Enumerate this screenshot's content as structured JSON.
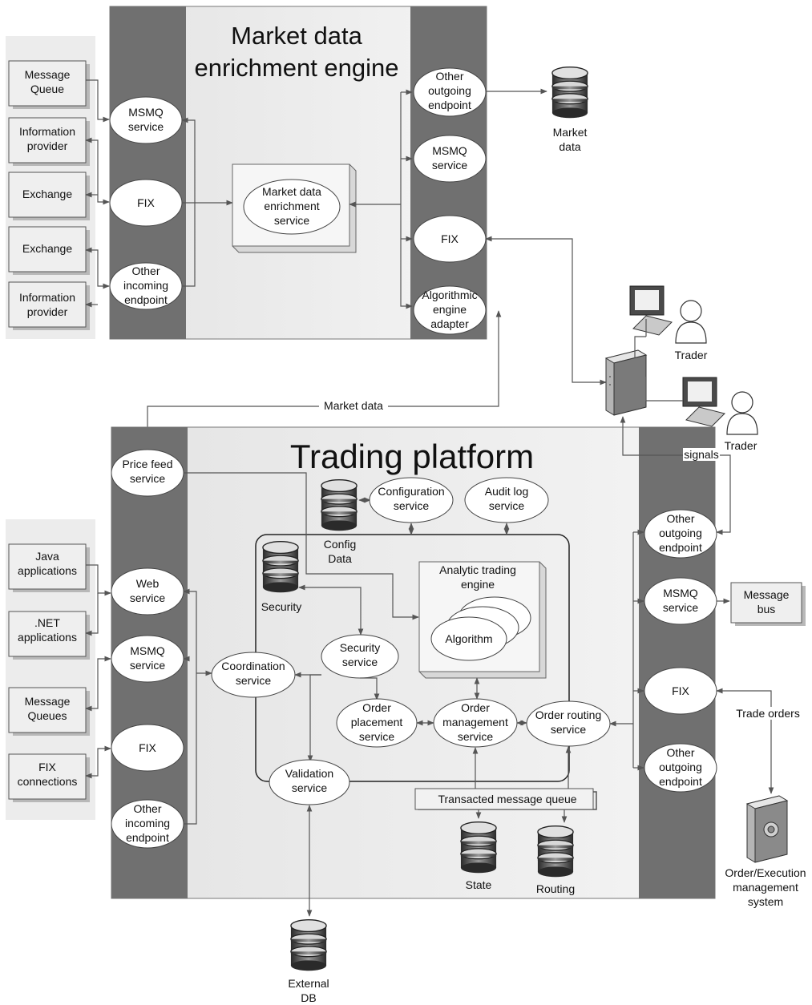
{
  "market_engine": {
    "title_line1": "Market data",
    "title_line2": "enrichment engine",
    "sources": [
      [
        "Message",
        "Queue"
      ],
      [
        "Information",
        "provider"
      ],
      [
        "Exchange"
      ],
      [
        "Exchange"
      ],
      [
        "Information",
        "provider"
      ]
    ],
    "incoming": [
      [
        "MSMQ",
        "service"
      ],
      [
        "FIX"
      ],
      [
        "Other",
        "incoming",
        "endpoint"
      ]
    ],
    "service": [
      "Market data",
      "enrichment",
      "service"
    ],
    "outgoing": [
      [
        "Other",
        "outgoing",
        "endpoint"
      ],
      [
        "MSMQ",
        "service"
      ],
      [
        "FIX"
      ],
      [
        "Algorithmic",
        "engine",
        "adapter"
      ]
    ],
    "market_data_db": [
      "Market",
      "data"
    ]
  },
  "market_data_link": "Market data",
  "traders": [
    "Trader",
    "Trader"
  ],
  "signals": "signals",
  "trading_platform": {
    "title": "Trading platform",
    "price_feed": [
      "Price feed",
      "service"
    ],
    "sources": [
      [
        "Java",
        "applications"
      ],
      [
        ".NET",
        "applications"
      ],
      [
        "Message",
        "Queues"
      ],
      [
        "FIX",
        "connections"
      ]
    ],
    "incoming": [
      [
        "Web",
        "service"
      ],
      [
        "MSMQ",
        "service"
      ],
      [
        "FIX"
      ],
      [
        "Other",
        "incoming",
        "endpoint"
      ]
    ],
    "config_service": [
      "Configuration",
      "service"
    ],
    "audit_service": [
      "Audit log",
      "service"
    ],
    "config_db": [
      "Config",
      "Data"
    ],
    "security_db": [
      "Security"
    ],
    "analytic_engine": [
      "Analytic trading",
      "engine"
    ],
    "algorithm": "Algorithm",
    "security_service": [
      "Security",
      "service"
    ],
    "coordination": [
      "Coordination",
      "service"
    ],
    "order_placement": [
      "Order",
      "placement",
      "service"
    ],
    "order_management": [
      "Order",
      "management",
      "service"
    ],
    "order_routing": [
      "Order routing",
      "service"
    ],
    "validation": [
      "Validation",
      "service"
    ],
    "queue": "Transacted message queue",
    "state_db": [
      "State"
    ],
    "routing_db": [
      "Routing"
    ],
    "outgoing": [
      [
        "Other",
        "outgoing",
        "endpoint"
      ],
      [
        "MSMQ",
        "service"
      ],
      [
        "FIX"
      ],
      [
        "Other",
        "outgoing",
        "endpoint"
      ]
    ],
    "message_bus": [
      "Message",
      "bus"
    ],
    "trade_orders": "Trade orders",
    "oems": [
      "Order/Execution",
      "management",
      "system"
    ],
    "external_db": [
      "External",
      "DB"
    ]
  }
}
